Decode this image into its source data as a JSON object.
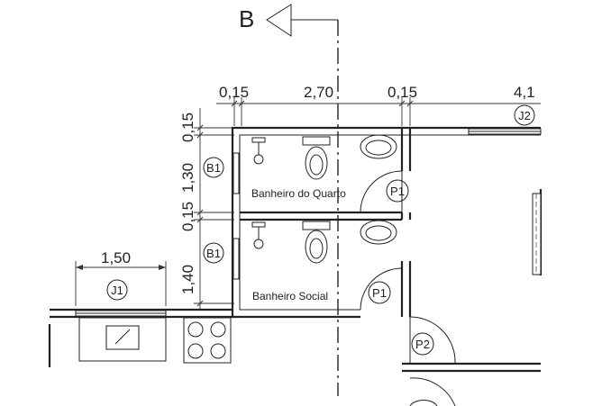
{
  "section": {
    "label": "B"
  },
  "dims_top": [
    "0,15",
    "2,70",
    "0,15",
    "4,1"
  ],
  "dims_left": [
    "0,15",
    "1,30",
    "0,15",
    "1,40"
  ],
  "dim_counter": "1,50",
  "rooms": {
    "room_1": "Banheiro do Quarto",
    "room_2": "Banheiro Social"
  },
  "tags": {
    "b1_top": "B1",
    "b1_bottom": "B1",
    "p1_top": "P1",
    "p1_bottom": "P1",
    "p2": "P2",
    "j1": "J1",
    "j2": "J2"
  }
}
